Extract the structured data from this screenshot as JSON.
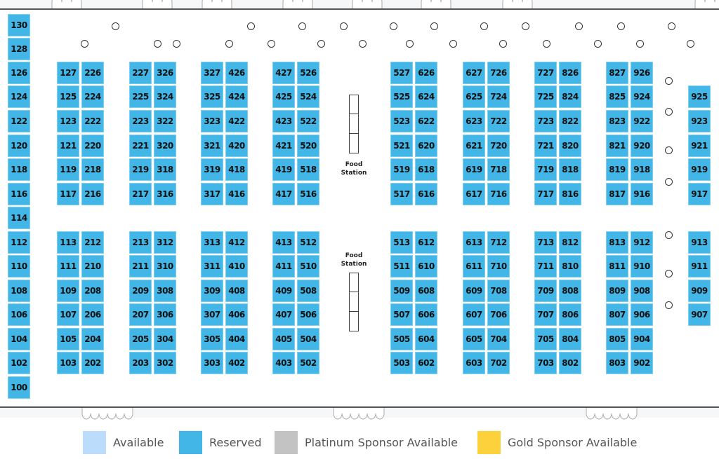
{
  "booth_status_color": {
    "available": "#bcdcfc",
    "reserved": "#42b6e6",
    "platinum": "#c3c3c3",
    "gold": "#fdd13c"
  },
  "left_column": [
    "130",
    "128",
    "126",
    "124",
    "122",
    "120",
    "118",
    "116",
    "114",
    "112",
    "110",
    "108",
    "106",
    "104",
    "102",
    "100"
  ],
  "booth_pairs": [
    {
      "top_left": [
        "127",
        "125",
        "123",
        "121",
        "119",
        "117"
      ],
      "top_right": [
        "226",
        "224",
        "222",
        "220",
        "218",
        "216"
      ],
      "bottom_left": [
        "113",
        "111",
        "109",
        "107",
        "105",
        "103"
      ],
      "bottom_right": [
        "212",
        "210",
        "208",
        "206",
        "204",
        "202"
      ]
    },
    {
      "top_left": [
        "227",
        "225",
        "223",
        "221",
        "219",
        "217"
      ],
      "top_right": [
        "326",
        "324",
        "322",
        "320",
        "318",
        "316"
      ],
      "bottom_left": [
        "213",
        "211",
        "209",
        "207",
        "205",
        "203"
      ],
      "bottom_right": [
        "312",
        "310",
        "308",
        "306",
        "304",
        "302"
      ]
    },
    {
      "top_left": [
        "327",
        "325",
        "323",
        "321",
        "319",
        "317"
      ],
      "top_right": [
        "426",
        "424",
        "422",
        "420",
        "418",
        "416"
      ],
      "bottom_left": [
        "313",
        "311",
        "309",
        "307",
        "305",
        "303"
      ],
      "bottom_right": [
        "412",
        "410",
        "408",
        "406",
        "404",
        "402"
      ]
    },
    {
      "top_left": [
        "427",
        "425",
        "423",
        "421",
        "419",
        "417"
      ],
      "top_right": [
        "526",
        "524",
        "522",
        "520",
        "518",
        "516"
      ],
      "bottom_left": [
        "413",
        "411",
        "409",
        "407",
        "405",
        "403"
      ],
      "bottom_right": [
        "512",
        "510",
        "508",
        "506",
        "504",
        "502"
      ]
    },
    {
      "top_left": [
        "527",
        "525",
        "523",
        "521",
        "519",
        "517"
      ],
      "top_right": [
        "626",
        "624",
        "622",
        "620",
        "618",
        "616"
      ],
      "bottom_left": [
        "513",
        "511",
        "509",
        "507",
        "505",
        "503"
      ],
      "bottom_right": [
        "612",
        "610",
        "608",
        "606",
        "604",
        "602"
      ]
    },
    {
      "top_left": [
        "627",
        "625",
        "623",
        "621",
        "619",
        "617"
      ],
      "top_right": [
        "726",
        "724",
        "722",
        "720",
        "718",
        "716"
      ],
      "bottom_left": [
        "613",
        "611",
        "609",
        "607",
        "605",
        "603"
      ],
      "bottom_right": [
        "712",
        "710",
        "708",
        "706",
        "704",
        "702"
      ]
    },
    {
      "top_left": [
        "727",
        "725",
        "723",
        "721",
        "719",
        "717"
      ],
      "top_right": [
        "826",
        "824",
        "822",
        "820",
        "818",
        "816"
      ],
      "bottom_left": [
        "713",
        "711",
        "709",
        "707",
        "705",
        "703"
      ],
      "bottom_right": [
        "812",
        "810",
        "808",
        "806",
        "804",
        "802"
      ]
    },
    {
      "top_left": [
        "827",
        "825",
        "823",
        "821",
        "819",
        "817"
      ],
      "top_right": [
        "926",
        "924",
        "922",
        "920",
        "918",
        "916"
      ],
      "bottom_left": [
        "813",
        "811",
        "809",
        "807",
        "805",
        "803"
      ],
      "bottom_right": [
        "912",
        "910",
        "908",
        "906",
        "904",
        "902"
      ]
    }
  ],
  "right_column": {
    "top": [
      null,
      "925",
      "923",
      "921",
      "919",
      "917"
    ],
    "bottom": [
      "913",
      "911",
      "909",
      "907",
      null,
      null
    ]
  },
  "food_station_label": "Food Station",
  "food_station_lines": [
    "Food",
    "Station"
  ],
  "legend": [
    {
      "label": "Available",
      "status": "available"
    },
    {
      "label": "Reserved",
      "status": "reserved"
    },
    {
      "label": "Platinum Sponsor Available",
      "status": "platinum"
    },
    {
      "label": "Gold Sponsor Available",
      "status": "gold"
    }
  ]
}
